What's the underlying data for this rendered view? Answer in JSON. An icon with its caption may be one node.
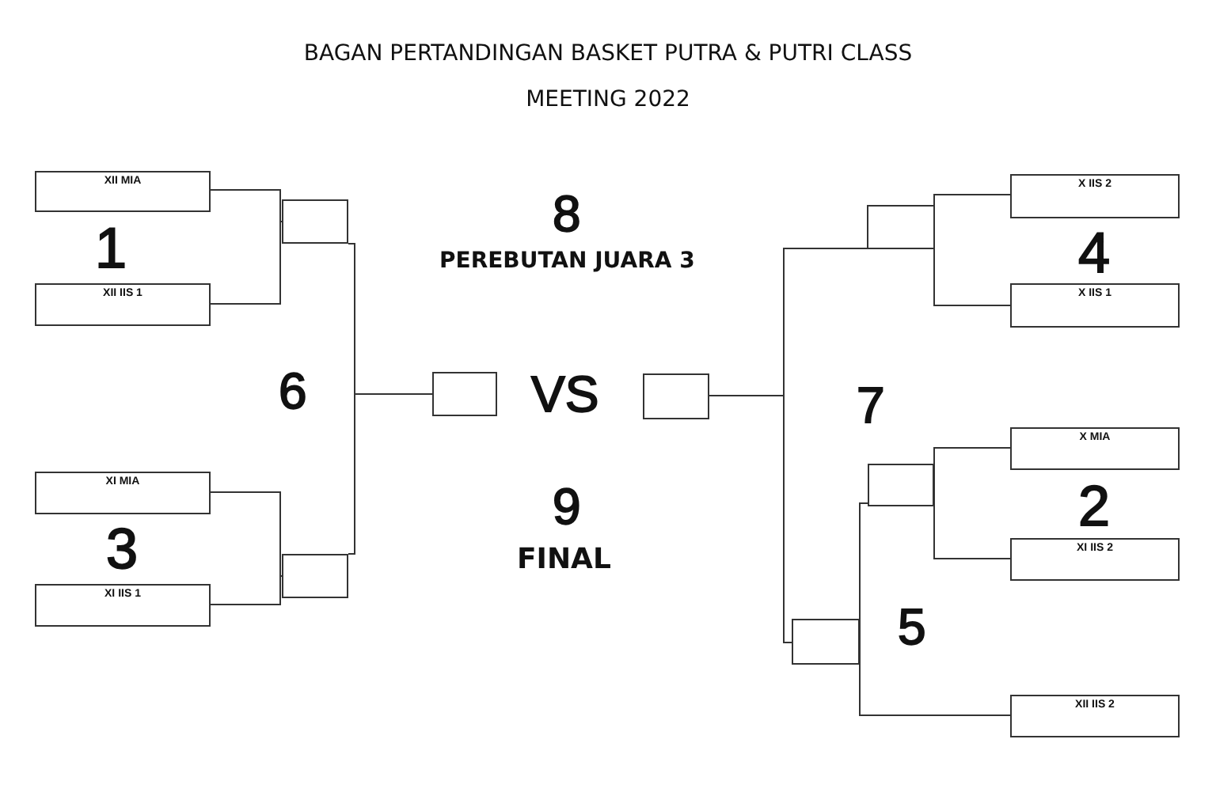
{
  "diagram": {
    "title": "BAGAN PERTANDINGAN BASKET PUTRA & PUTRI CLASS MEETING 2022",
    "nodes": [
      {
        "text": [
          "XII MIA"
        ]
      },
      {
        "text": [
          "XII IIS 1"
        ]
      },
      {
        "text": [
          "XI MIA"
        ]
      },
      {
        "text": [
          "XI IIS 1"
        ]
      },
      {
        "text": [],
        "shape": "box"
      },
      {
        "text": [],
        "shape": "box"
      },
      {
        "text": [],
        "shape": "box"
      },
      {
        "text": [],
        "shape": "box"
      },
      {
        "text": [
          "X IIS 2"
        ]
      },
      {
        "text": [
          "X IIS 1"
        ]
      },
      {
        "text": [
          "X MIA"
        ]
      },
      {
        "text": [
          "XI IIS 2"
        ]
      },
      {
        "text": [
          "XII IIS 2"
        ]
      },
      {
        "text": [],
        "shape": "box"
      },
      {
        "text": [],
        "shape": "box"
      }
    ],
    "edges": [
      {
        "from": 0,
        "to": 4,
        "arrow": "none"
      },
      {
        "from": 1,
        "to": 4,
        "arrow": "none"
      },
      {
        "from": 2,
        "to": 5,
        "arrow": "none"
      },
      {
        "from": 3,
        "to": 5,
        "arrow": "none"
      },
      {
        "from": 4,
        "to": 6,
        "arrow": "none"
      },
      {
        "from": 5,
        "to": 6,
        "arrow": "none"
      },
      {
        "from": 8,
        "to": 7,
        "arrow": "none"
      },
      {
        "from": 9,
        "to": 7,
        "arrow": "none"
      },
      {
        "from": 10,
        "to": 13,
        "arrow": "none"
      },
      {
        "from": 11,
        "to": 13,
        "arrow": "none"
      },
      {
        "from": 13,
        "to": 14,
        "arrow": "none"
      },
      {
        "from": 12,
        "to": 14,
        "arrow": "none"
      },
      {
        "from": 14,
        "to": 7,
        "arrow": "none"
      }
    ],
    "labels": [
      "8",
      "PEREBUTAN JUARA 3",
      "1",
      "4",
      "6",
      "VS",
      "7",
      "9",
      "2",
      "3",
      "FINAL",
      "5"
    ]
  }
}
